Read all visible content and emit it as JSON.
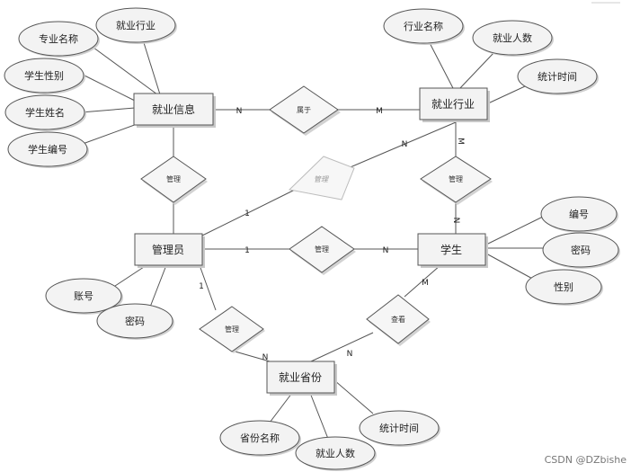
{
  "entities": {
    "employment_info": "就业信息",
    "employment_industry": "就业行业",
    "admin": "管理员",
    "student": "学生",
    "employment_province": "就业省份"
  },
  "relationships": {
    "belongs": "属于",
    "manage_info": "管理",
    "manage_industry": "管理",
    "manage_student_admin": "管理",
    "manage_student_industry": "管理",
    "manage_province": "管理",
    "view": "查看"
  },
  "attributes": {
    "info_major": "专业名称",
    "info_industry": "就业行业",
    "info_gender": "学生性别",
    "info_name": "学生姓名",
    "info_id": "学生编号",
    "industry_name": "行业名称",
    "industry_count": "就业人数",
    "industry_time": "统计时间",
    "student_id": "编号",
    "student_pwd": "密码",
    "student_gender": "性别",
    "admin_account": "账号",
    "admin_pwd": "密码",
    "province_name": "省份名称",
    "province_count": "就业人数",
    "province_time": "统计时间"
  },
  "cardinalities": {
    "info_belongs": "N",
    "belongs_industry": "M",
    "industry_manage": "M",
    "manage_student_top": "N",
    "admin_industry": "1",
    "industry_admin": "N",
    "admin_student_1": "1",
    "admin_student_n": "N",
    "admin_province_1": "1",
    "admin_province_n": "N",
    "student_view_m": "M",
    "view_province_n": "N"
  },
  "watermark": "CSDN @DZbishe"
}
